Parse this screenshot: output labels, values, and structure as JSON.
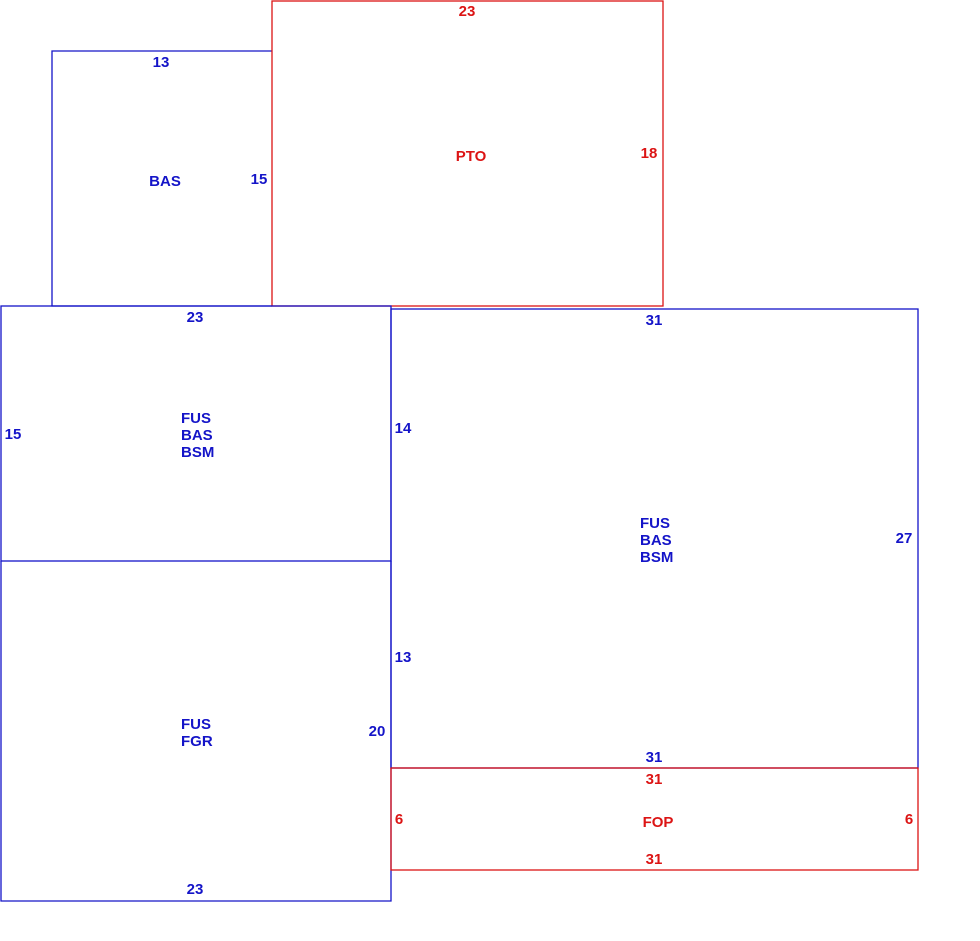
{
  "colors": {
    "living": "#1414c8",
    "porch": "#dc1414",
    "background": "#ffffff"
  },
  "areas": {
    "bas_top": {
      "labels": [
        "BAS"
      ],
      "dim_top": "13",
      "dim_right": "15"
    },
    "pto": {
      "labels": [
        "PTO"
      ],
      "dim_top": "23",
      "dim_right": "18"
    },
    "left_mid": {
      "labels": [
        "FUS",
        "BAS",
        "BSM"
      ],
      "dim_top": "23",
      "dim_left": "15",
      "dim_right": "14"
    },
    "left_bottom": {
      "labels": [
        "FUS",
        "FGR"
      ],
      "dim_right_upper": "13",
      "dim_right": "20",
      "dim_bottom": "23"
    },
    "right_main": {
      "labels": [
        "FUS",
        "BAS",
        "BSM"
      ],
      "dim_top": "31",
      "dim_right": "27",
      "dim_bottom": "31"
    },
    "fop": {
      "labels": [
        "FOP"
      ],
      "dim_top": "31",
      "dim_left": "6",
      "dim_right": "6",
      "dim_bottom": "31"
    }
  }
}
